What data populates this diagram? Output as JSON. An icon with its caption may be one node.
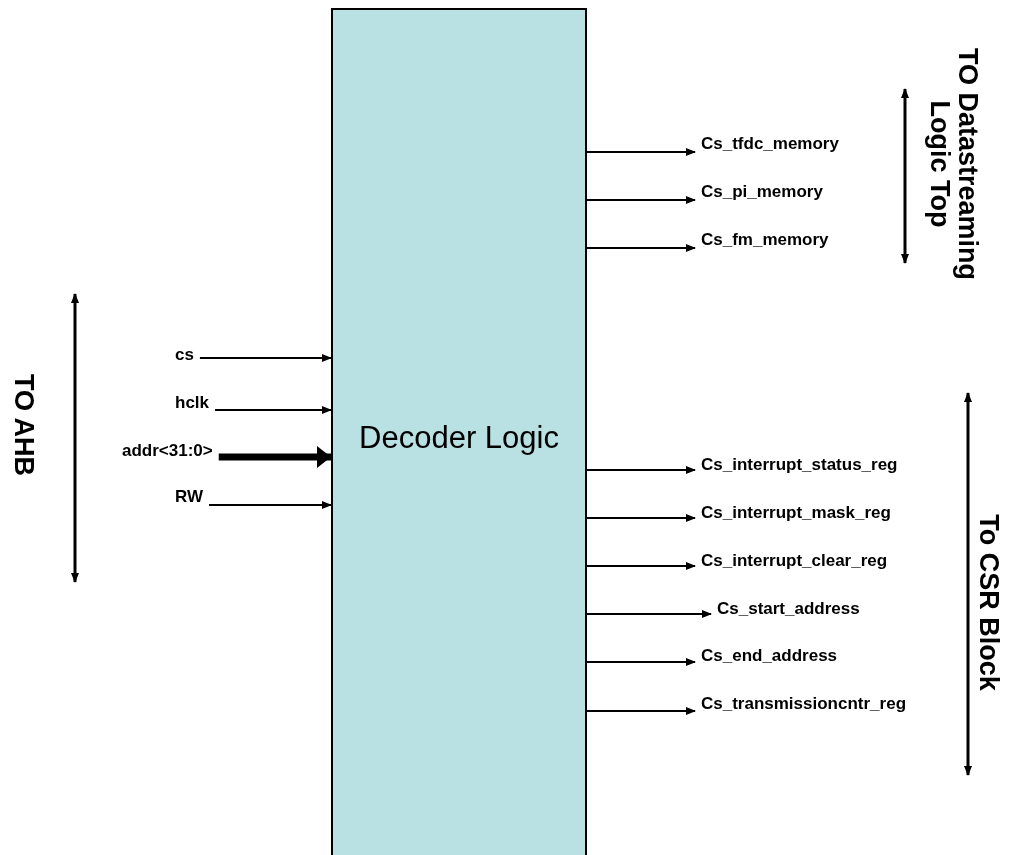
{
  "diagram": {
    "nodes": [
      {
        "text": [
          "Decoder Logic"
        ]
      },
      {
        "text": [
          "cs"
        ]
      },
      {
        "text": [
          "hclk"
        ]
      },
      {
        "text": [
          "addr<31:0>"
        ]
      },
      {
        "text": [
          "RW"
        ]
      },
      {
        "text": [
          "Cs_tfdc_memory"
        ]
      },
      {
        "text": [
          "Cs_pi_memory"
        ]
      },
      {
        "text": [
          "Cs_fm_memory"
        ]
      },
      {
        "text": [
          "Cs_interrupt_status_reg"
        ]
      },
      {
        "text": [
          "Cs_interrupt_mask_reg"
        ]
      },
      {
        "text": [
          "Cs_interrupt_clear_reg"
        ]
      },
      {
        "text": [
          "Cs_start_address"
        ]
      },
      {
        "text": [
          "Cs_end_address"
        ]
      },
      {
        "text": [
          "Cs_transmissioncntr_reg"
        ]
      }
    ],
    "edges": [
      {
        "from": 1,
        "to": 0,
        "arrow": "to"
      },
      {
        "from": 2,
        "to": 0,
        "arrow": "to"
      },
      {
        "from": 3,
        "to": 0,
        "arrow": "to",
        "style": "thick"
      },
      {
        "from": 4,
        "to": 0,
        "arrow": "to"
      },
      {
        "from": 0,
        "to": 5,
        "arrow": "to"
      },
      {
        "from": 0,
        "to": 6,
        "arrow": "to"
      },
      {
        "from": 0,
        "to": 7,
        "arrow": "to"
      },
      {
        "from": 0,
        "to": 8,
        "arrow": "to"
      },
      {
        "from": 0,
        "to": 9,
        "arrow": "to"
      },
      {
        "from": 0,
        "to": 10,
        "arrow": "to"
      },
      {
        "from": 0,
        "to": 11,
        "arrow": "to"
      },
      {
        "from": 0,
        "to": 12,
        "arrow": "to"
      },
      {
        "from": 0,
        "to": 13,
        "arrow": "to"
      }
    ],
    "labels": [
      "TO Datastreaming Logic Top",
      "TO AHB",
      "To CSR Block"
    ]
  }
}
